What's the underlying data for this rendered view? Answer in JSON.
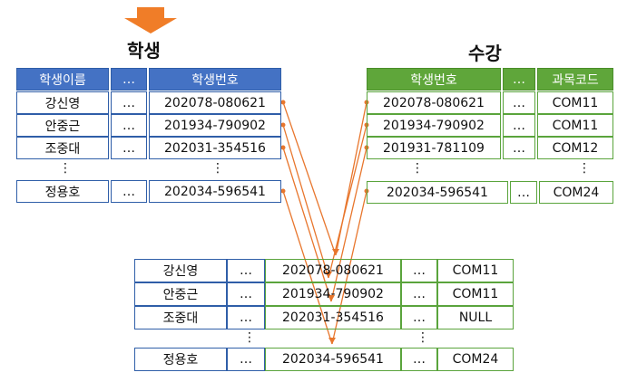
{
  "student": {
    "title": "학생",
    "headers": [
      "학생이름",
      "…",
      "학생번호"
    ],
    "rows": [
      [
        "강신영",
        "…",
        "202078-080621"
      ],
      [
        "안중근",
        "…",
        "201934-790902"
      ],
      [
        "조중대",
        "…",
        "202031-354516"
      ],
      [
        "정용호",
        "…",
        "202034-596541"
      ]
    ]
  },
  "enroll": {
    "title": "수강",
    "headers": [
      "학생번호",
      "…",
      "과목코드"
    ],
    "rows": [
      [
        "202078-080621",
        "…",
        "COM11"
      ],
      [
        "201934-790902",
        "…",
        "COM11"
      ],
      [
        "201931-781109",
        "…",
        "COM12"
      ],
      [
        "202034-596541",
        "…",
        "COM24"
      ]
    ]
  },
  "result": {
    "rows": [
      [
        "강신영",
        "…",
        "202078-080621",
        "…",
        "COM11"
      ],
      [
        "안중근",
        "…",
        "201934-790902",
        "…",
        "COM11"
      ],
      [
        "조중대",
        "…",
        "202031-354516",
        "…",
        "NULL"
      ],
      [
        "정용호",
        "…",
        "202034-596541",
        "…",
        "COM24"
      ]
    ]
  },
  "vdots": "⋮",
  "colors": {
    "blue": "#4472c4",
    "green": "#5fa63a",
    "arrow": "#e8762d"
  }
}
